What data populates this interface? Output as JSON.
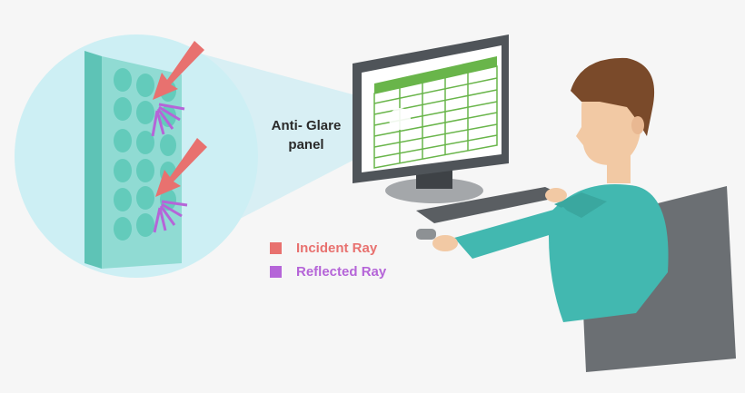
{
  "callout": {
    "line1": "Anti- Glare",
    "line2": "panel"
  },
  "legend": [
    {
      "label": "Incident Ray",
      "color": "#e8716f"
    },
    {
      "label": "Reflected Ray",
      "color": "#b565d8"
    }
  ],
  "colors": {
    "background": "#f6f6f6",
    "lens": "#cfeff5",
    "panel": "#86d7cf",
    "bump": "#6ed1c1",
    "screen_header": "#69b54a",
    "monitor_frame": "#4f5459",
    "shirt": "#42b8b0",
    "hair": "#7a4a2a",
    "skin": "#f2c9a4",
    "chair": "#6b6f73"
  }
}
